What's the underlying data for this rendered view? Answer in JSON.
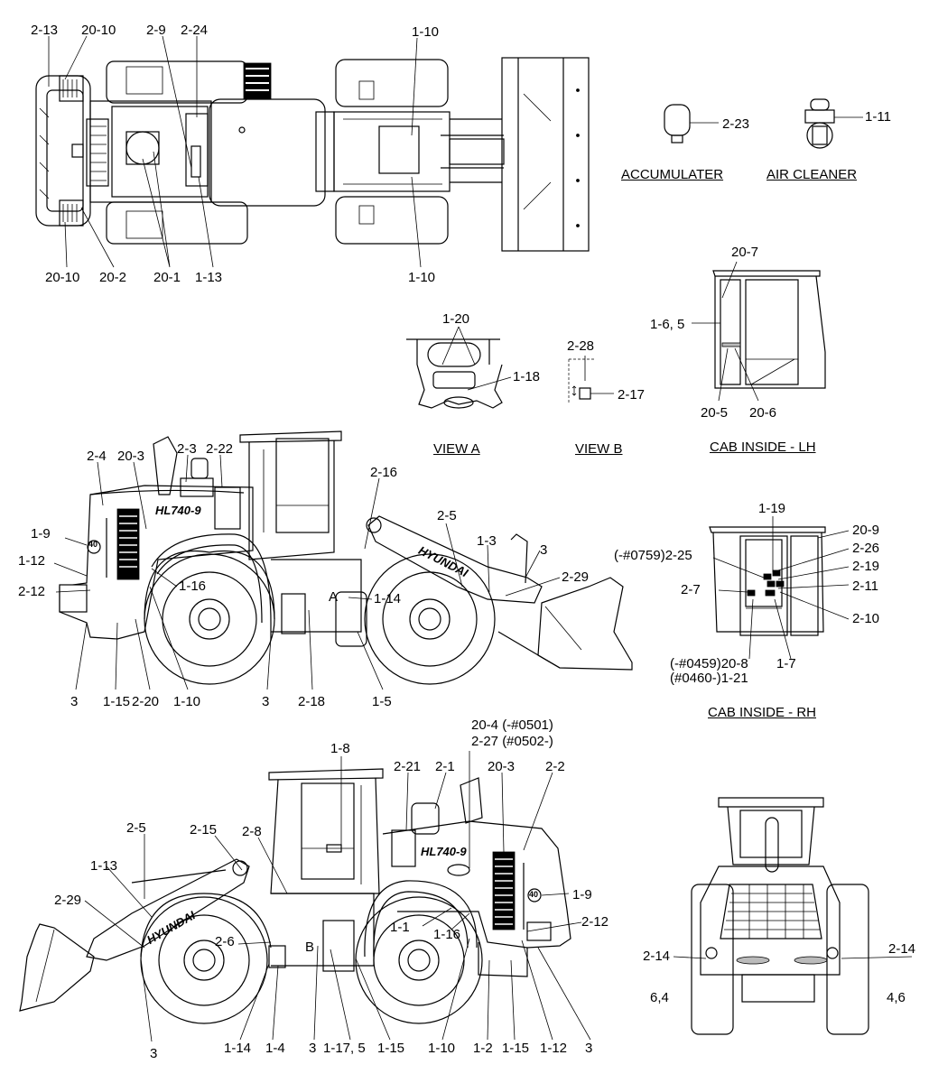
{
  "captions": {
    "accumulator": "ACCUMULATER",
    "air_cleaner": "AIR CLEANER",
    "view_a": "VIEW A",
    "view_b": "VIEW B",
    "cab_lh": "CAB INSIDE - LH",
    "cab_rh": "CAB INSIDE - RH"
  },
  "logos": {
    "model": "HL740-9",
    "brand": "HYUNDAI",
    "badge": "40",
    "view_mark_a": "A",
    "view_mark_b": "B"
  },
  "top_view": {
    "labels": [
      "2-13",
      "20-10",
      "2-9",
      "2-24",
      "1-10",
      "20-10",
      "20-2",
      "20-1",
      "1-13",
      "1-10"
    ]
  },
  "accessories": {
    "labels": [
      "2-23",
      "1-11"
    ]
  },
  "view_a": {
    "labels": [
      "1-20",
      "1-18"
    ]
  },
  "view_b": {
    "labels": [
      "2-28",
      "2-17"
    ]
  },
  "cab_lh": {
    "labels": [
      "20-7",
      "1-6, 5",
      "20-5",
      "20-6"
    ]
  },
  "left_side": {
    "labels": [
      "2-4",
      "20-3",
      "2-3",
      "2-22",
      "2-16",
      "2-5",
      "1-3",
      "3",
      "2-29",
      "1-9",
      "1-12",
      "2-12",
      "1-16",
      "1-14",
      "3",
      "1-15",
      "2-20",
      "1-10",
      "3",
      "2-18",
      "1-5"
    ]
  },
  "cab_rh": {
    "labels": [
      "1-19",
      "20-9",
      "(-#0759)2-25",
      "2-26",
      "2-19",
      "2-7",
      "2-11",
      "2-10",
      "(-#0459)20-8",
      "(#0460-)1-21",
      "1-7"
    ]
  },
  "right_side": {
    "labels": [
      "20-4 (-#0501)",
      "2-27 (#0502-)",
      "1-8",
      "2-21",
      "2-1",
      "20-3",
      "2-2",
      "2-5",
      "2-15",
      "2-8",
      "1-13",
      "1-9",
      "2-29",
      "2-12",
      "1-1",
      "1-16",
      "2-6",
      "3",
      "1-14",
      "1-4",
      "3",
      "1-17, 5",
      "1-15",
      "1-10",
      "1-2",
      "1-15",
      "1-12",
      "3"
    ]
  },
  "rear_view": {
    "labels": [
      "2-14",
      "2-14",
      "6,4",
      "4,6"
    ]
  }
}
